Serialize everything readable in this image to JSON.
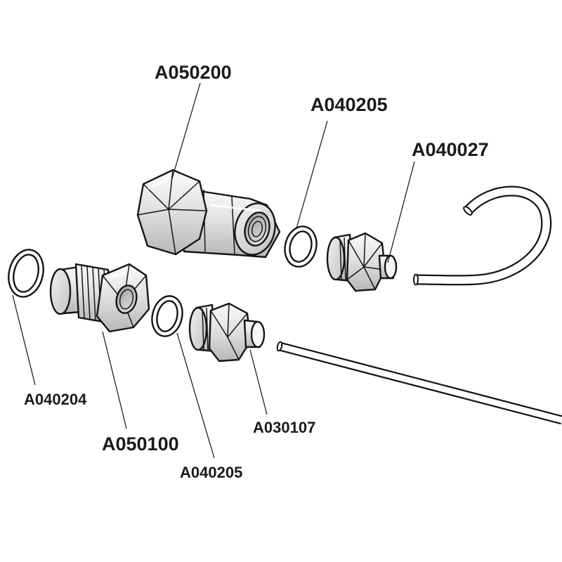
{
  "diagram": {
    "parts": [
      {
        "id": "lbl-A050200",
        "code": "A050200"
      },
      {
        "id": "lbl-A040205-top",
        "code": "A040205"
      },
      {
        "id": "lbl-A040027",
        "code": "A040027"
      },
      {
        "id": "lbl-A040204",
        "code": "A040204"
      },
      {
        "id": "lbl-A050100",
        "code": "A050100"
      },
      {
        "id": "lbl-A040205-bottom",
        "code": "A040205"
      },
      {
        "id": "lbl-A030107",
        "code": "A030107"
      }
    ]
  }
}
